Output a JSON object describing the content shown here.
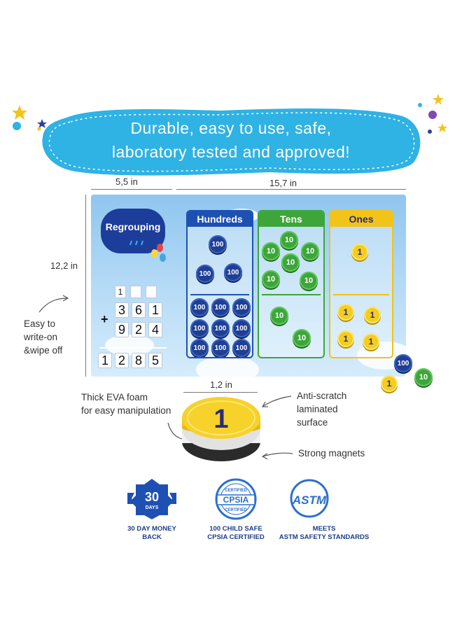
{
  "banner": {
    "line1": "Durable, easy to use, safe,",
    "line2": "laboratory tested and approved!",
    "color": "#2fb2e4"
  },
  "dimensions": {
    "side_width": "5,5 in",
    "board_width": "15,7 in",
    "height": "12,2 in",
    "chip_width": "1,2 in"
  },
  "board": {
    "regroup_title": "Regrouping",
    "top_digit": "1",
    "row1": [
      "3",
      "6",
      "1"
    ],
    "operator": "+",
    "row2": [
      "9",
      "2",
      "4"
    ],
    "result": [
      "1",
      "2",
      "8",
      "5"
    ],
    "columns": [
      {
        "label": "Hundreds",
        "color": "#1e50b4"
      },
      {
        "label": "Tens",
        "color": "#3da63a"
      },
      {
        "label": "Ones",
        "color": "#f2c318"
      }
    ],
    "chips": {
      "hundred": "100",
      "ten": "10",
      "one": "1"
    }
  },
  "annotations": {
    "write_on": [
      "Easy to",
      "write-on",
      "&wipe off"
    ],
    "foam": [
      "Thick EVA foam",
      "for easy manipulation"
    ],
    "scratch": [
      "Anti-scratch",
      "laminated",
      "surface"
    ],
    "magnets": "Strong magnets"
  },
  "badges": [
    {
      "icon": "ribbon-badge-icon",
      "logo_text": "30 DAYS",
      "text": [
        "30 DAY MONEY",
        "BACK"
      ]
    },
    {
      "icon": "cpsia-seal-icon",
      "logo_text": "CERTIFIED CPSIA CERTIFIED",
      "text": [
        "100 CHILD SAFE",
        "CPSIA CERTIFIED"
      ]
    },
    {
      "icon": "astm-logo-icon",
      "logo_text": "ASTM",
      "text": [
        "MEETS",
        "ASTM SAFETY STANDARDS"
      ]
    }
  ]
}
